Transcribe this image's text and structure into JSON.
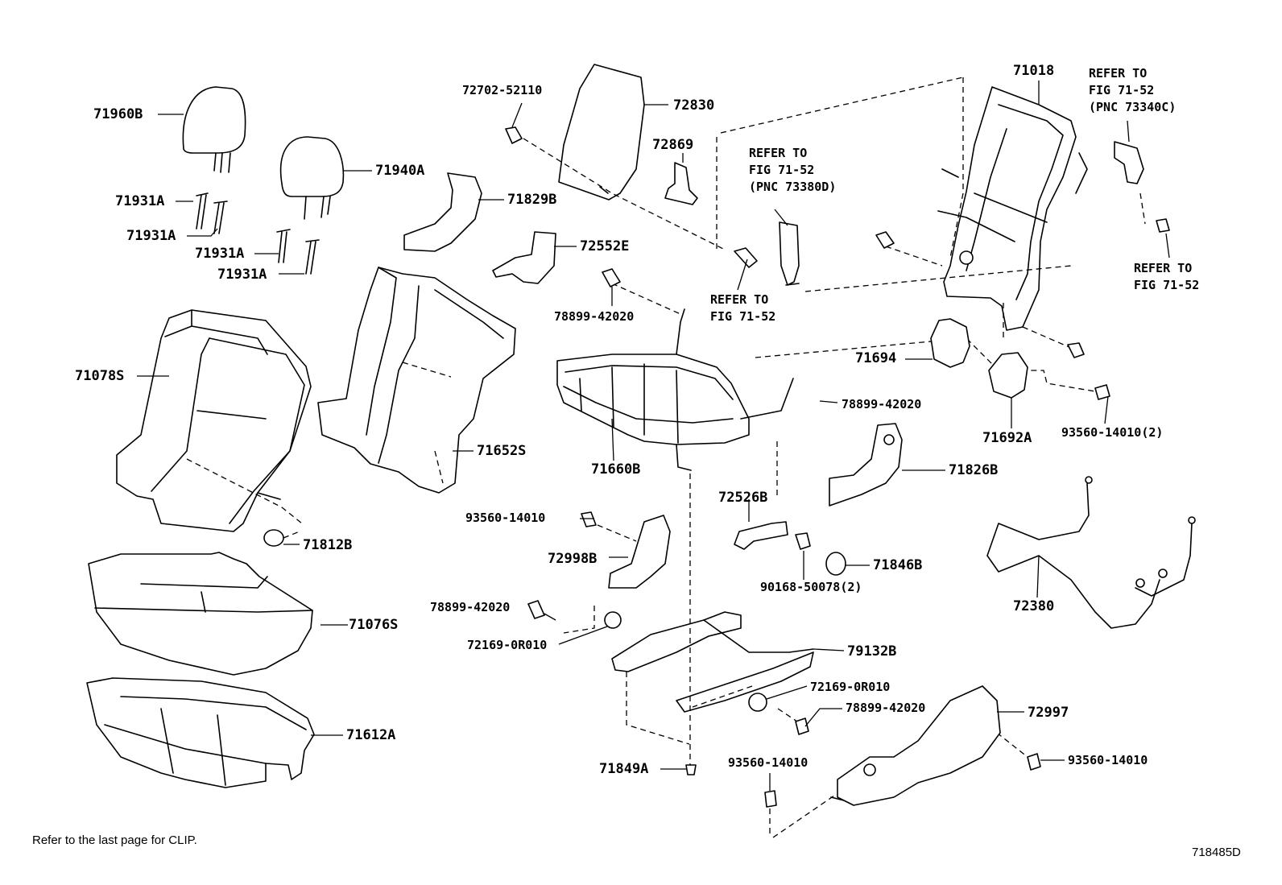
{
  "diagram_id": "718485D",
  "footnote": "Refer to the last page for CLIP.",
  "parts": {
    "p71960B": "71960B",
    "p71940A": "71940A",
    "p71931A_1": "71931A",
    "p71931A_2": "71931A",
    "p71931A_3": "71931A",
    "p71931A_4": "71931A",
    "p71078S": "71078S",
    "p71812B": "71812B",
    "p71076S": "71076S",
    "p71612A": "71612A",
    "p71652S": "71652S",
    "p72702": "72702-52110",
    "p72830": "72830",
    "p72869": "72869",
    "p71829B": "71829B",
    "p72552E": "72552E",
    "p78899_1": "78899-42020",
    "p71660B": "71660B",
    "p78899_2": "78899-42020",
    "p93560_1": "93560-14010",
    "p72998B": "72998B",
    "p78899_3": "78899-42020",
    "p72169_1": "72169-0R010",
    "p72526B": "72526B",
    "p90168": "90168-50078(2)",
    "p71846B": "71846B",
    "p79132B": "79132B",
    "p72169_2": "72169-0R010",
    "p78899_4": "78899-42020",
    "p71849A": "71849A",
    "p93560_2": "93560-14010",
    "p72997": "72997",
    "p93560_3": "93560-14010",
    "p71018": "71018",
    "p71694": "71694",
    "p71692A": "71692A",
    "p93560_4": "93560-14010(2)",
    "p71826B": "71826B",
    "p72380": "72380"
  },
  "references": {
    "ref_73380D": [
      "REFER TO",
      "FIG 71-52",
      "(PNC 73380D)"
    ],
    "ref_73340C": [
      "REFER TO",
      "FIG 71-52",
      "(PNC 73340C)"
    ],
    "ref_fig_center": [
      "REFER TO",
      "FIG 71-52"
    ],
    "ref_fig_right": [
      "REFER TO",
      "FIG 71-52"
    ]
  }
}
